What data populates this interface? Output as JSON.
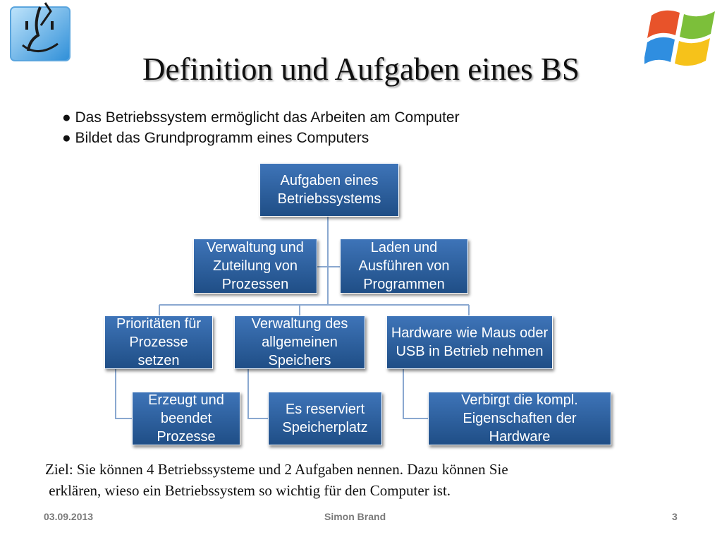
{
  "title": "Definition und Aufgaben eines BS",
  "bullets": [
    "● Das Betriebssystem ermöglicht das Arbeiten am Computer",
    "● Bildet das Grundprogramm eines Computers"
  ],
  "diagram": {
    "root": "Aufgaben eines Betriebssystems",
    "assistants": [
      "Verwaltung und Zuteilung von Prozessen",
      "Laden und Ausführen von Programmen"
    ],
    "children": [
      {
        "label": "Prioritäten für Prozesse setzen",
        "sub": "Erzeugt und beendet Prozesse"
      },
      {
        "label": "Verwaltung des allgemeinen Speichers",
        "sub": "Es reserviert Speicherplatz"
      },
      {
        "label": "Hardware wie Maus oder USB in Betrieb nehmen",
        "sub": "Verbirgt die kompl. Eigenschaften der Hardware"
      }
    ]
  },
  "goal": {
    "line1": "Ziel: Sie können 4 Betriebssysteme und 2 Aufgaben nennen. Dazu können Sie",
    "line2": " erklären, wieso ein Betriebssystem so wichtig für den Computer ist."
  },
  "footer": {
    "date": "03.09.2013",
    "author": "Simon Brand",
    "page": "3"
  },
  "icons": {
    "left": "mac-finder-logo-icon",
    "right": "windows-logo-icon"
  },
  "colors": {
    "box": "#2f62a3",
    "connector": "#8aa8d0"
  }
}
